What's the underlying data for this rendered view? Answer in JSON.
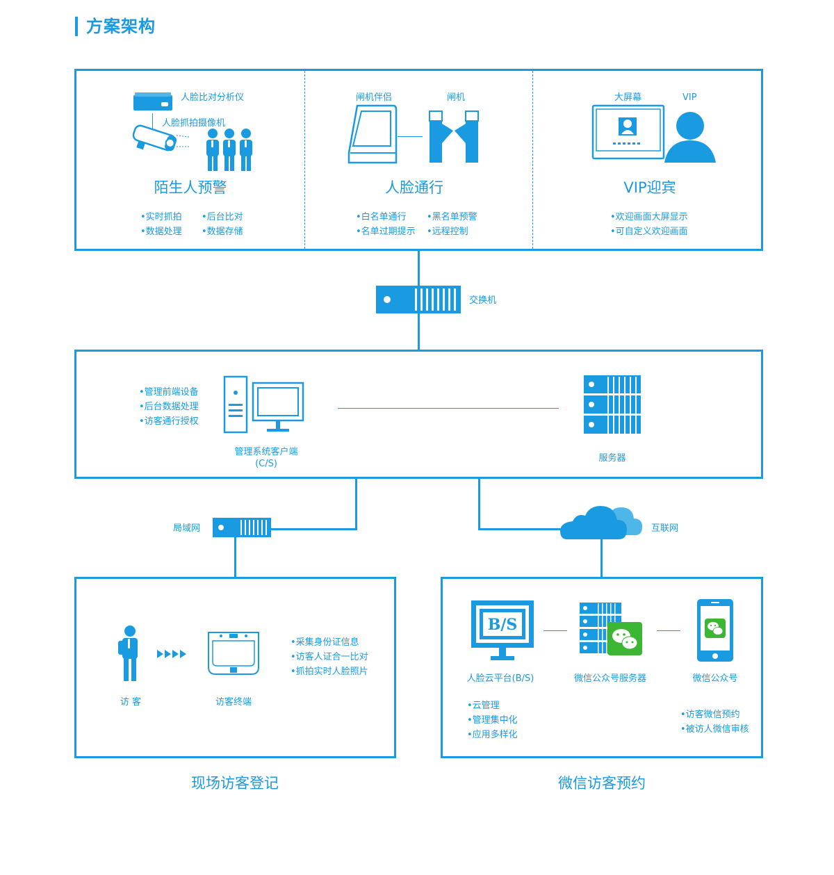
{
  "title": "方案架构",
  "top_sections": {
    "stranger": {
      "device1": "人脸比对分析仪",
      "device2": "人脸抓拍摄像机",
      "heading": "陌生人预警",
      "bullets": [
        "•实时抓拍",
        "•后台比对",
        "•数据处理",
        "•数据存储"
      ]
    },
    "face_pass": {
      "device1": "闸机伴侣",
      "device2": "闸机",
      "heading": "人脸通行",
      "bullets": [
        "•白名单通行",
        "•黑名单预警",
        "•名单过期提示",
        "•远程控制"
      ]
    },
    "vip": {
      "device1": "大屏幕",
      "device2": "VIP",
      "heading": "VIP迎宾",
      "bullets": [
        "•欢迎画面大屏显示",
        "•可自定义欢迎画面"
      ]
    }
  },
  "switch_label": "交换机",
  "management": {
    "bullets": [
      "•管理前端设备",
      "•后台数据处理",
      "•访客通行授权"
    ],
    "client_label": "管理系统客户端",
    "client_sub": "(C/S)",
    "server_label": "服务器"
  },
  "lan_label": "局域网",
  "internet_label": "互联网",
  "onsite": {
    "visitor_label": "访 客",
    "terminal_label": "访客终端",
    "bullets": [
      "•采集身份证信息",
      "•访客人证合一比对",
      "•抓拍实时人脸照片"
    ],
    "caption": "现场访客登记"
  },
  "wechat": {
    "bs_text": "B/S",
    "platform_label": "人脸云平台(B/S)",
    "server_label": "微信公众号服务器",
    "account_label": "微信公众号",
    "bullets_left": [
      "•云管理",
      "•管理集中化",
      "•应用多样化"
    ],
    "bullets_right": [
      "•访客微信预约",
      "•被访人微信审核"
    ],
    "caption": "微信访客预约"
  },
  "colors": {
    "primary": "#1a9ae0",
    "wechat_green": "#3db634"
  }
}
